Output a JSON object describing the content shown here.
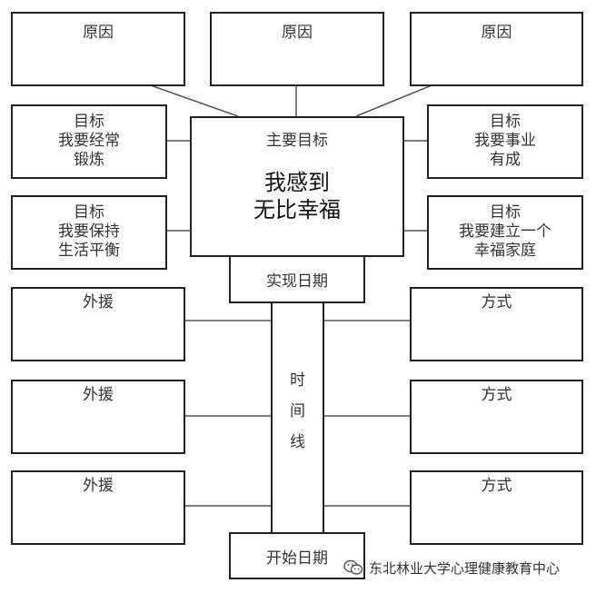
{
  "reasons": [
    {
      "title": "原因"
    },
    {
      "title": "原因"
    },
    {
      "title": "原因"
    }
  ],
  "goals_left": [
    {
      "title": "目标",
      "lines": [
        "我要经常",
        "锻炼"
      ]
    },
    {
      "title": "目标",
      "lines": [
        "我要保持",
        "生活平衡"
      ]
    }
  ],
  "goals_right": [
    {
      "title": "目标",
      "lines": [
        "我要事业",
        "有成"
      ]
    },
    {
      "title": "目标",
      "lines": [
        "我要建立一个",
        "幸福家庭"
      ]
    }
  ],
  "main_goal": {
    "title": "主要目标",
    "lines": [
      "我感到",
      "无比幸福"
    ]
  },
  "target_date": "实现日期",
  "start_date": "开始日期",
  "timeline_label": [
    "时",
    "间",
    "线"
  ],
  "support": [
    {
      "title": "外援"
    },
    {
      "title": "外援"
    },
    {
      "title": "外援"
    }
  ],
  "methods": [
    {
      "title": "方式"
    },
    {
      "title": "方式"
    },
    {
      "title": "方式"
    }
  ],
  "watermark": "东北林业大学心理健康教育中心"
}
